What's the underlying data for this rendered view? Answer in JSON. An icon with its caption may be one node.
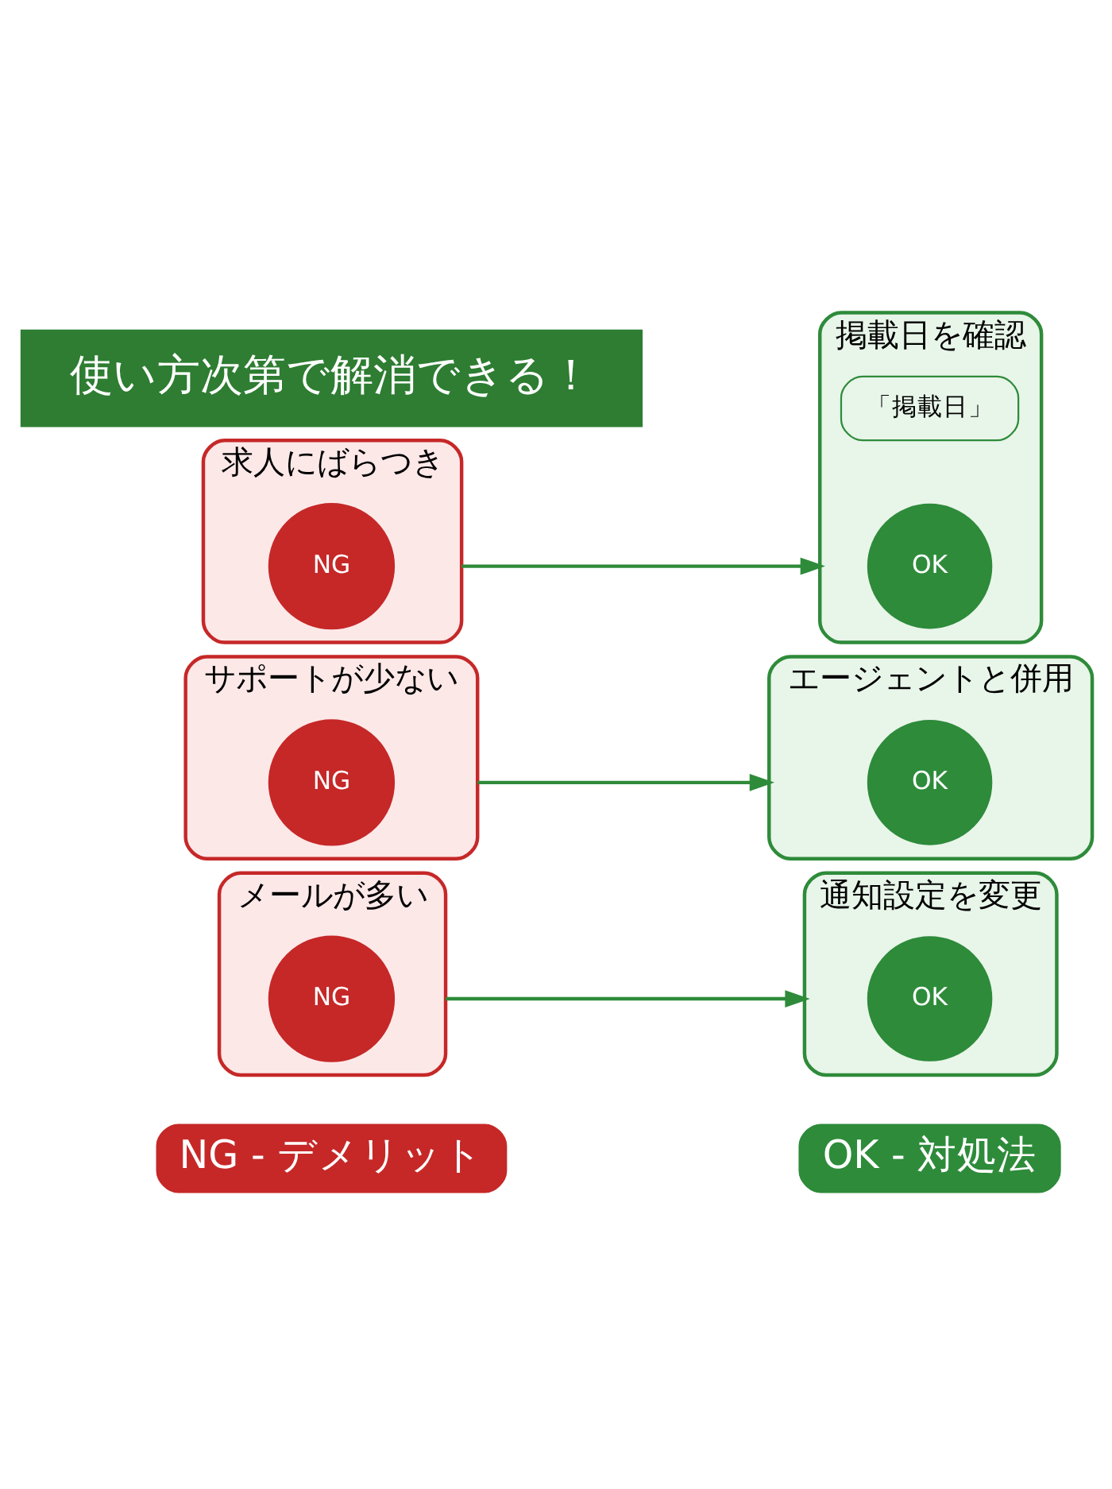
{
  "diagram": {
    "nodes": [
      {
        "text": [
          "NG - デメリット"
        ]
      },
      {
        "text": [
          "OK - 対処法"
        ]
      },
      {
        "text": [
          "メールが多い"
        ]
      },
      {
        "text": [
          "NG"
        ],
        "in": 2
      },
      {
        "text": [
          "通知設定を変更"
        ]
      },
      {
        "text": [
          "OK"
        ],
        "in": 4
      },
      {
        "text": [
          "サポートが少ない"
        ]
      },
      {
        "text": [
          "NG"
        ],
        "in": 6
      },
      {
        "text": [
          "エージェントと併用"
        ]
      },
      {
        "text": [
          "OK"
        ],
        "in": 8
      },
      {
        "text": [
          "求人にばらつき"
        ]
      },
      {
        "text": [
          "NG"
        ],
        "in": 10
      },
      {
        "text": [
          "掲載日を確認"
        ]
      },
      {
        "text": [
          "OK"
        ],
        "in": 12
      },
      {
        "text": [
          "「掲載日」"
        ],
        "in": 12
      },
      {
        "text": [
          "使い方次第で解消できる！"
        ]
      }
    ],
    "edges": [
      {
        "from": 2,
        "to": 4,
        "arrow": "to"
      },
      {
        "from": 6,
        "to": 8,
        "arrow": "to"
      },
      {
        "from": 10,
        "to": 12,
        "arrow": "to"
      }
    ]
  }
}
